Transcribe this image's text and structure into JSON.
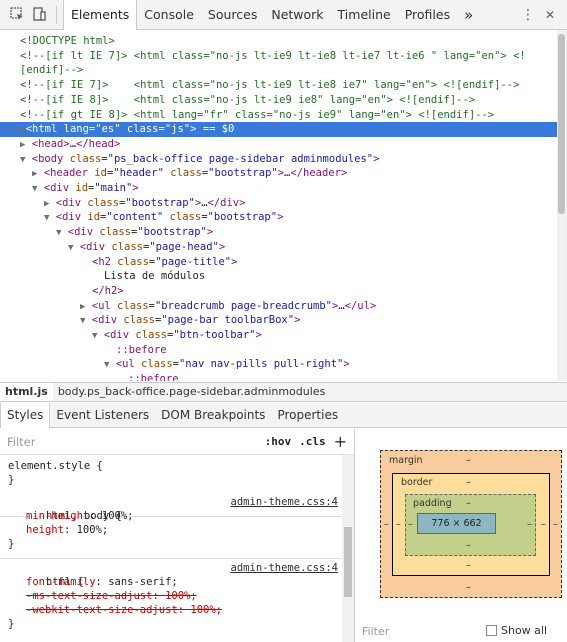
{
  "toolbar": {
    "tabs": [
      "Elements",
      "Console",
      "Sources",
      "Network",
      "Timeline",
      "Profiles"
    ],
    "more": "»",
    "menu": "⋮",
    "close": "✕"
  },
  "dom": {
    "lines": [
      {
        "ind": 1,
        "tri": "",
        "html": "<span class='c'>&lt;!DOCTYPE html&gt;</span>"
      },
      {
        "ind": 1,
        "tri": "",
        "html": "<span class='c'>&lt;!--[if lt IE 7]&gt; &lt;html class=\"no-js lt-ie9 lt-ie8 lt-ie7 lt-ie6 \" lang=\"en\"&gt; &lt;!</span>"
      },
      {
        "ind": 1,
        "tri": "",
        "html": "<span class='c'>[endif]--&gt;</span>"
      },
      {
        "ind": 1,
        "tri": "",
        "html": "<span class='c'>&lt;!--[if IE 7]&gt;    &lt;html class=\"no-js lt-ie9 lt-ie8 ie7\" lang=\"en\"&gt; &lt;![endif]--&gt;</span>"
      },
      {
        "ind": 1,
        "tri": "",
        "html": "<span class='c'>&lt;!--[if IE 8]&gt;    &lt;html class=\"no-js lt-ie9 ie8\" lang=\"en\"&gt; &lt;![endif]--&gt;</span>"
      },
      {
        "ind": 1,
        "tri": "",
        "html": "<span class='c'>&lt;!--[if gt IE 8]&gt; &lt;html lang=\"fr\" class=\"no-js ie9\" lang=\"en\"&gt; &lt;![endif]--&gt;</span>"
      },
      {
        "ind": 0,
        "tri": "sel",
        "html": "<span class='tag'>&lt;html</span> <span class='an'>lang</span>=<span class='av'>\"es\"</span> <span class='an'>class</span>=<span class='av'>\"js\"</span><span class='tag'>&gt;</span> == $0"
      },
      {
        "ind": 2,
        "tri": "▶",
        "html": "<span class='tag'>&lt;head&gt;</span>…<span class='tag'>&lt;/head&gt;</span>"
      },
      {
        "ind": 2,
        "tri": "▼",
        "html": "<span class='tag'>&lt;body</span> <span class='an'>class</span>=<span class='av'>\"ps_back-office page-sidebar adminmodules\"</span><span class='tag'>&gt;</span>"
      },
      {
        "ind": 3,
        "tri": "▶",
        "html": "<span class='tag'>&lt;header</span> <span class='an'>id</span>=<span class='av'>\"header\"</span> <span class='an'>class</span>=<span class='av'>\"bootstrap\"</span><span class='tag'>&gt;</span>…<span class='tag'>&lt;/header&gt;</span>"
      },
      {
        "ind": 3,
        "tri": "▼",
        "html": "<span class='tag'>&lt;div</span> <span class='an'>id</span>=<span class='av'>\"main\"</span><span class='tag'>&gt;</span>"
      },
      {
        "ind": 4,
        "tri": "▶",
        "html": "<span class='tag'>&lt;div</span> <span class='an'>class</span>=<span class='av'>\"bootstrap\"</span><span class='tag'>&gt;</span>…<span class='tag'>&lt;/div&gt;</span>"
      },
      {
        "ind": 4,
        "tri": "▼",
        "html": "<span class='tag'>&lt;div</span> <span class='an'>id</span>=<span class='av'>\"content\"</span> <span class='an'>class</span>=<span class='av'>\"bootstrap\"</span><span class='tag'>&gt;</span>"
      },
      {
        "ind": 5,
        "tri": "▼",
        "html": "<span class='tag'>&lt;div</span> <span class='an'>class</span>=<span class='av'>\"bootstrap\"</span><span class='tag'>&gt;</span>"
      },
      {
        "ind": 6,
        "tri": "▼",
        "html": "<span class='tag'>&lt;div</span> <span class='an'>class</span>=<span class='av'>\"page-head\"</span><span class='tag'>&gt;</span>"
      },
      {
        "ind": 7,
        "tri": "",
        "html": "<span class='tag'>&lt;h2</span> <span class='an'>class</span>=<span class='av'>\"page-title\"</span><span class='tag'>&gt;</span>"
      },
      {
        "ind": 8,
        "tri": "",
        "html": "<span class='txt'>Lista de módulos</span>"
      },
      {
        "ind": 7,
        "tri": "",
        "html": "<span class='tag'>&lt;/h2&gt;</span>"
      },
      {
        "ind": 7,
        "tri": "▶",
        "html": "<span class='tag'>&lt;ul</span> <span class='an'>class</span>=<span class='av'>\"breadcrumb page-breadcrumb\"</span><span class='tag'>&gt;</span>…<span class='tag'>&lt;/ul&gt;</span>"
      },
      {
        "ind": 7,
        "tri": "▼",
        "html": "<span class='tag'>&lt;div</span> <span class='an'>class</span>=<span class='av'>\"page-bar toolbarBox\"</span><span class='tag'>&gt;</span>"
      },
      {
        "ind": 8,
        "tri": "▼",
        "html": "<span class='tag'>&lt;div</span> <span class='an'>class</span>=<span class='av'>\"btn-toolbar\"</span><span class='tag'>&gt;</span>"
      },
      {
        "ind": 9,
        "tri": "",
        "html": "<span class='tag'>::before</span>"
      },
      {
        "ind": 9,
        "tri": "▼",
        "html": "<span class='tag'>&lt;ul</span> <span class='an'>class</span>=<span class='av'>\"nav nav-pills pull-right\"</span><span class='tag'>&gt;</span>"
      },
      {
        "ind": 10,
        "tri": "",
        "html": "<span class='tag'>::before</span>"
      }
    ]
  },
  "breadcrumb": {
    "items": [
      "html.js",
      "body.ps_back-office.page-sidebar.adminmodules"
    ]
  },
  "subtabs": [
    "Styles",
    "Event Listeners",
    "DOM Breakpoints",
    "Properties"
  ],
  "styles": {
    "filter_placeholder": "Filter",
    "hov": ":hov",
    "cls": ".cls",
    "add": "+",
    "element_style_open": "element.style {",
    "element_style_close": "}",
    "rule1": {
      "selector": "html, body {",
      "source": "admin-theme.css:4",
      "props": [
        {
          "name": "min-height",
          "value": "100%;"
        },
        {
          "name": "height",
          "value": "100%;"
        }
      ],
      "close": "}"
    },
    "rule2": {
      "selector": "html {",
      "source": "admin-theme.css:4",
      "props": [
        {
          "name": "font-family",
          "value": "sans-serif;",
          "struck": false
        },
        {
          "name": "-ms-text-size-adjust",
          "value": "100%;",
          "struck": true
        },
        {
          "name": "-webkit-text-size-adjust",
          "value": "100%;",
          "struck": true
        }
      ],
      "close": "}"
    }
  },
  "boxmodel": {
    "margin_label": "margin",
    "border_label": "border",
    "padding_label": "padding",
    "dash": "–",
    "content": "776 × 662",
    "filter_placeholder": "Filter",
    "show_all": "Show all"
  },
  "colors": {
    "selection": "#3879d9",
    "margin": "#f9cc9d",
    "border": "#fddd9b",
    "padding": "#c3d08b",
    "content": "#8cb6c0"
  }
}
